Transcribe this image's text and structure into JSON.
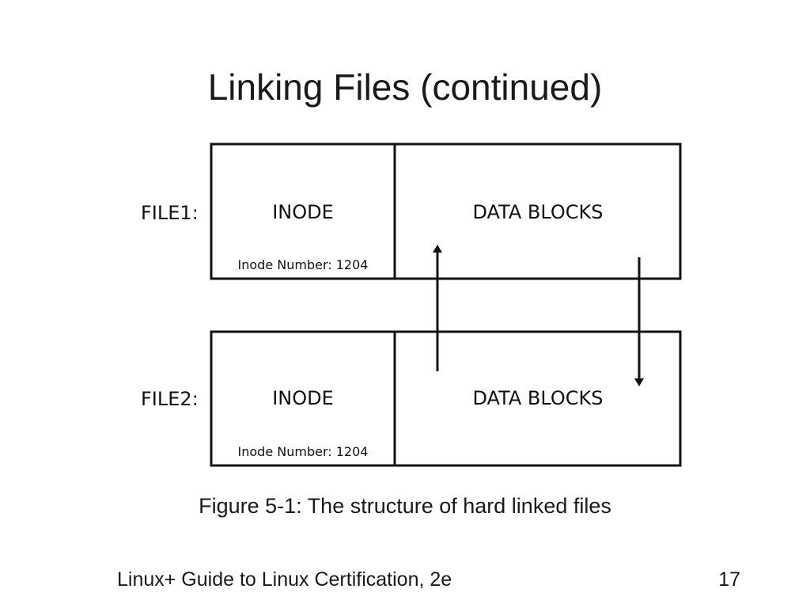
{
  "slide": {
    "title": "Linking Files (continued)",
    "caption": "Figure 5-1: The structure of hard linked files",
    "footer": "Linux+ Guide to Linux Certification, 2e",
    "page_number": "17"
  },
  "diagram": {
    "files": [
      {
        "label": "FILE1:",
        "inode_label": "INODE",
        "inode_number": "Inode Number: 1204",
        "data_label": "DATA BLOCKS"
      },
      {
        "label": "FILE2:",
        "inode_label": "INODE",
        "inode_number": "Inode Number: 1204",
        "data_label": "DATA BLOCKS"
      }
    ]
  }
}
